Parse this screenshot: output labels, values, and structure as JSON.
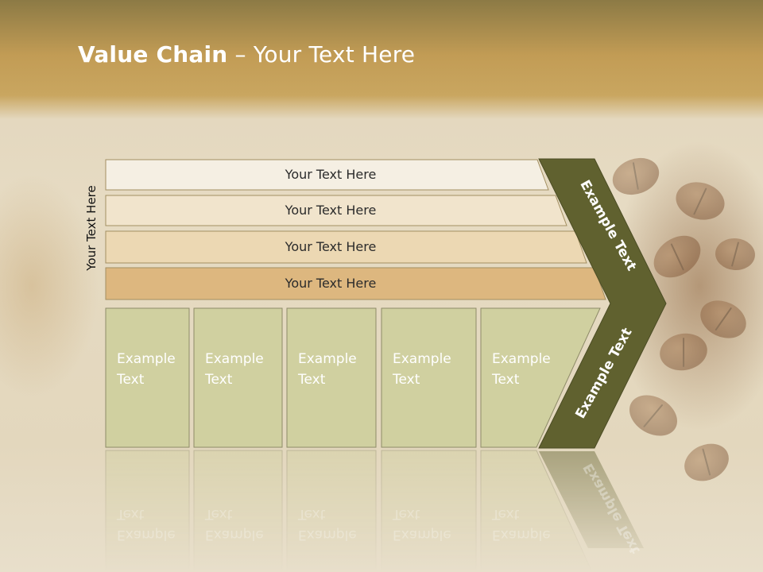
{
  "title": {
    "bold": "Value Chain",
    "rest": " – Your Text Here"
  },
  "side_label": "Your Text Here",
  "bars": [
    {
      "label": "Your Text Here",
      "color": "#f5efe3"
    },
    {
      "label": "Your Text Here",
      "color": "#f1e4cc"
    },
    {
      "label": "Your Text Here",
      "color": "#ecd8b3"
    },
    {
      "label": "Your Text Here",
      "color": "#ddb77f"
    }
  ],
  "cells": [
    {
      "line1": "Example",
      "line2": "Text"
    },
    {
      "line1": "Example",
      "line2": "Text"
    },
    {
      "line1": "Example",
      "line2": "Text"
    },
    {
      "line1": "Example",
      "line2": "Text"
    },
    {
      "line1": "Example",
      "line2": "Text"
    }
  ],
  "arrow": {
    "upper_label": "Example Text",
    "lower_label": "Example Text",
    "color": "#60612f"
  },
  "colors": {
    "cell_fill": "#d0d0a0",
    "cell_stroke": "#8e8b68",
    "bar_stroke": "#a38f62"
  }
}
